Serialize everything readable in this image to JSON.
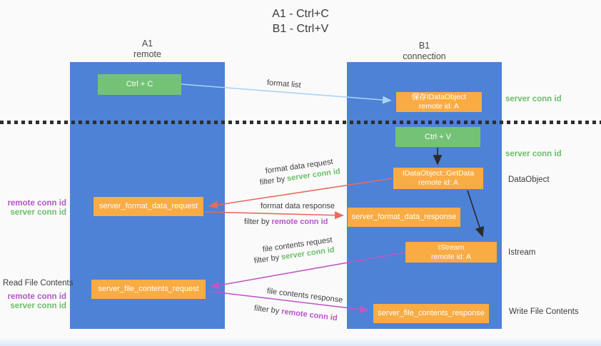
{
  "colors": {
    "bg": "#fafafa",
    "column-blue": "#4d82d6",
    "box-green": "#74c276",
    "box-orange": "#f9ab44",
    "arrow-blue": "#a8d4f1",
    "arrow-red": "#e96a5e",
    "arrow-magenta": "#bf58c5",
    "arrow-black": "#2b2b2b",
    "text-green": "#6abf69",
    "text-purple": "#b455c8"
  },
  "title": {
    "line1": "A1 - Ctrl+C",
    "line2": "B1 - Ctrl+V"
  },
  "columns": {
    "a1": {
      "title": "A1",
      "subtitle": "remote"
    },
    "b1": {
      "title": "B1",
      "subtitle": "connection"
    }
  },
  "nodes": {
    "ctrl_c": {
      "label": "Ctrl + C"
    },
    "ctrl_v": {
      "label": "Ctrl + V"
    },
    "save_idataobject": {
      "line1": "保存IDataObject",
      "line2": "remote id: A"
    },
    "getdata": {
      "line1": "IDataObject::GetData",
      "line2": "remote id: A"
    },
    "istream": {
      "line1": "IStream",
      "line2": "remote id: A"
    },
    "format_request": {
      "label": "server_format_data_request"
    },
    "format_response": {
      "label": "server_format_data_response"
    },
    "file_request": {
      "label": "server_file_contents_request"
    },
    "file_response": {
      "label": "server_file_contents_response"
    }
  },
  "arrow_labels": {
    "format_list": "format list",
    "format_data_request": "format data request",
    "format_data_response": "format data response",
    "file_contents_request": "file contents request",
    "file_contents_response": "file contents response",
    "filter_by": "filter by ",
    "server_conn_id": "server conn id",
    "remote_conn_id": "remote conn id"
  },
  "side_labels": {
    "server_conn_id_top": "server conn id",
    "server_conn_id_mid": "server conn id",
    "dataobject": "DataObject",
    "istream": "Istream",
    "write_file_contents": "Write File Contents",
    "read_file_contents": "Read File Contents",
    "remote_conn_id_fmt": "remote conn id",
    "server_conn_id_fmt": "server conn id",
    "remote_conn_id_file": "remote conn id",
    "server_conn_id_file": "server conn id"
  }
}
